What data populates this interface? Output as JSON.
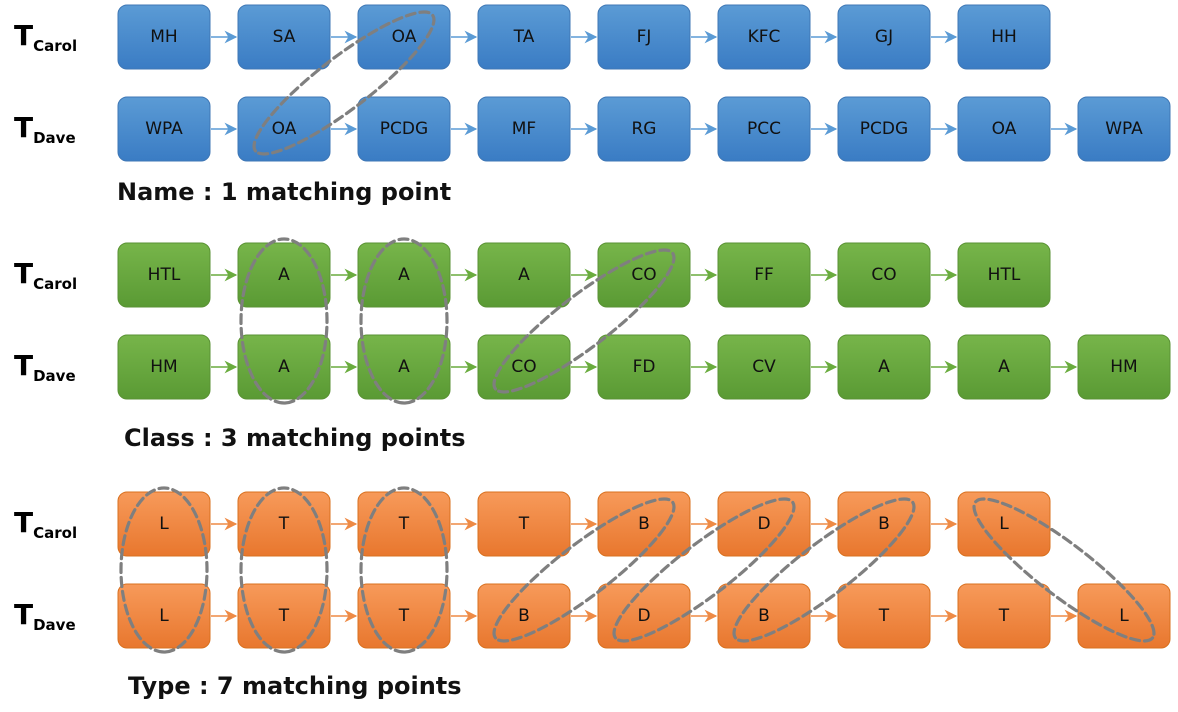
{
  "sections": [
    {
      "id": "name",
      "caption": "Name : 1 matching point",
      "color": {
        "top": "#5b9bd5",
        "bottom": "#3a7cc4",
        "stroke": "#3f77b5",
        "arrow": "#5b9bd5"
      },
      "rows": [
        {
          "label_main": "T",
          "label_sub": "Carol",
          "nodes": [
            "MH",
            "SA",
            "OA",
            "TA",
            "FJ",
            "KFC",
            "GJ",
            "HH"
          ]
        },
        {
          "label_main": "T",
          "label_sub": "Dave",
          "nodes": [
            "WPA",
            "OA",
            "PCDG",
            "MF",
            "RG",
            "PCC",
            "PCDG",
            "OA",
            "WPA"
          ]
        }
      ],
      "matches": [
        [
          2,
          1
        ]
      ]
    },
    {
      "id": "class",
      "caption": "Class : 3 matching points",
      "color": {
        "top": "#77b54a",
        "bottom": "#5a9a34",
        "stroke": "#5a9234",
        "arrow": "#6aac3e"
      },
      "rows": [
        {
          "label_main": "T",
          "label_sub": "Carol",
          "nodes": [
            "HTL",
            "A",
            "A",
            "A",
            "CO",
            "FF",
            "CO",
            "HTL"
          ]
        },
        {
          "label_main": "T",
          "label_sub": "Dave",
          "nodes": [
            "HM",
            "A",
            "A",
            "CO",
            "FD",
            "CV",
            "A",
            "A",
            "HM"
          ]
        }
      ],
      "matches": [
        [
          1,
          1
        ],
        [
          2,
          2
        ],
        [
          4,
          3
        ]
      ]
    },
    {
      "id": "type",
      "caption": "Type : 7 matching points",
      "color": {
        "top": "#f79a5a",
        "bottom": "#e8772e",
        "stroke": "#d8701f",
        "arrow": "#ee8a45"
      },
      "rows": [
        {
          "label_main": "T",
          "label_sub": "Carol",
          "nodes": [
            "L",
            "T",
            "T",
            "T",
            "B",
            "D",
            "B",
            "L"
          ]
        },
        {
          "label_main": "T",
          "label_sub": "Dave",
          "nodes": [
            "L",
            "T",
            "T",
            "B",
            "D",
            "B",
            "T",
            "T",
            "L"
          ]
        }
      ],
      "matches": [
        [
          0,
          0
        ],
        [
          1,
          1
        ],
        [
          2,
          2
        ],
        [
          4,
          3
        ],
        [
          5,
          4
        ],
        [
          6,
          5
        ],
        [
          7,
          8
        ]
      ]
    }
  ],
  "match_style": {
    "color": "#7f7f7f"
  }
}
